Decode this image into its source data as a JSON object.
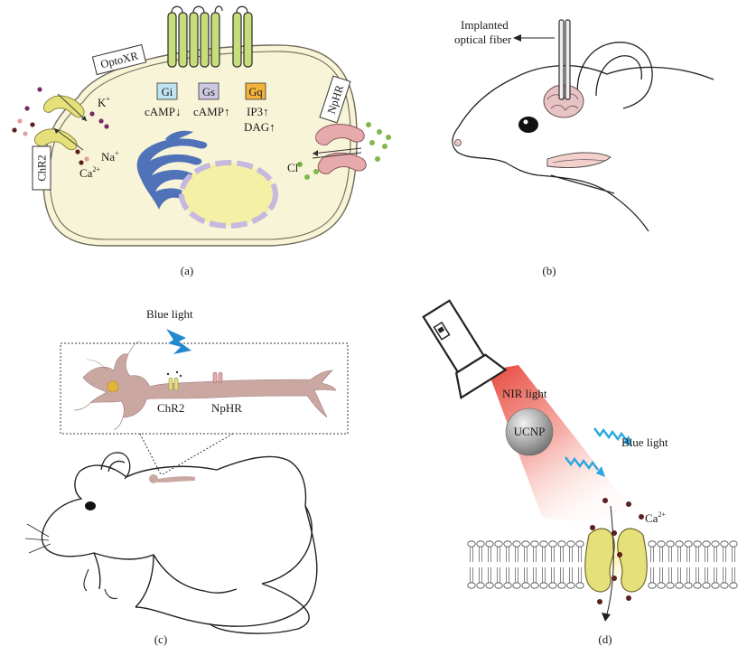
{
  "colors": {
    "cell_fill": "#f8f4d8",
    "nucleus": "#f4f0a6",
    "nucleus_border": "#c6b8de",
    "er": "#4f72b8",
    "chr2": "#e6e07a",
    "npHR": "#e6a9ac",
    "neuron": "#cba7a2",
    "gi": "#bfe3f1",
    "gs": "#cec9e2",
    "gq": "#f2b33c",
    "ucnp": "#8e8e8e",
    "nir": "#e73b2f",
    "blue_wave": "#2aa6e0",
    "bolt": "#2488d0"
  },
  "panel_a": {
    "caption": "(a)",
    "optoxr": "OptoXR",
    "chr2": "ChR2",
    "nphr": "NpHR",
    "gi": "Gi",
    "gs": "Gs",
    "gq": "Gq",
    "gi_effect": "cAMP↓",
    "gs_effect": "cAMP↑",
    "gq_effect1": "IP3↑",
    "gq_effect2": "DAG↑",
    "ion_k_base": "K",
    "ion_k_sup": "+",
    "ion_na_base": "Na",
    "ion_na_sup": "+",
    "ion_ca_base": "Ca",
    "ion_ca_sup": "2+",
    "ion_cl_base": "Cl",
    "ion_cl_sup": "-"
  },
  "panel_b": {
    "caption": "(b)",
    "fiber_line1": "Implanted",
    "fiber_line2": "optical fiber"
  },
  "panel_c": {
    "caption": "(c)",
    "blue_light": "Blue light",
    "chr2": "ChR2",
    "nphr": "NpHR"
  },
  "panel_d": {
    "caption": "(d)",
    "nir_light": "NIR light",
    "ucnp": "UCNP",
    "blue_light": "Blue light",
    "ca_base": "Ca",
    "ca_sup": "2+"
  }
}
